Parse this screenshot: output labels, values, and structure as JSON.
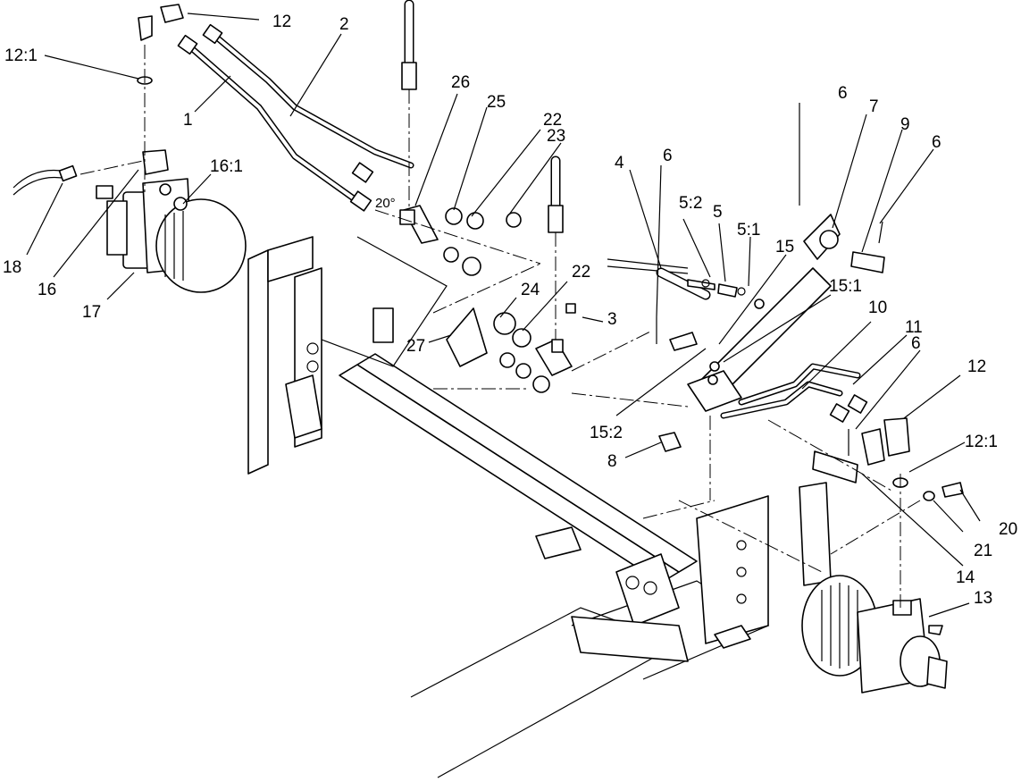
{
  "callouts": {
    "c1": "1",
    "c2": "2",
    "c3": "3",
    "c4": "4",
    "c5": "5",
    "c5_1": "5:1",
    "c5_2": "5:2",
    "c6a": "6",
    "c6b": "6",
    "c6c": "6",
    "c6d": "6",
    "c7": "7",
    "c8": "8",
    "c9": "9",
    "c10": "10",
    "c11": "11",
    "c12a": "12",
    "c12b": "12",
    "c12_1a": "12:1",
    "c12_1b": "12:1",
    "c13": "13",
    "c14": "14",
    "c15": "15",
    "c15_1": "15:1",
    "c15_2": "15:2",
    "c16": "16",
    "c16_1": "16:1",
    "c17": "17",
    "c18": "18",
    "c20": "20",
    "c21": "21",
    "c22a": "22",
    "c22b": "22",
    "c23": "23",
    "c24": "24",
    "c25": "25",
    "c26": "26",
    "c27": "27"
  },
  "angle_label": "20°"
}
